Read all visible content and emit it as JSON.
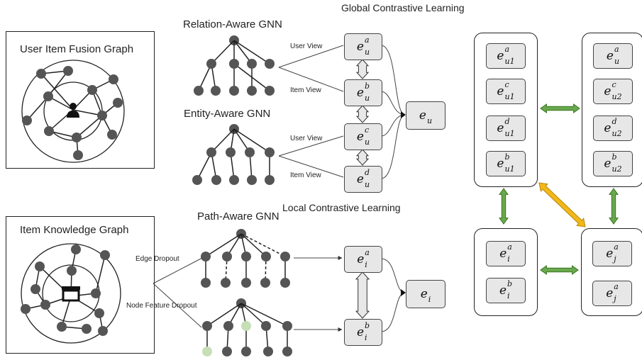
{
  "titles": {
    "user_item_fusion_graph": "User Item Fusion Graph",
    "item_knowledge_graph": "Item Knowledge Graph",
    "relation_aware_gnn": "Relation-Aware GNN",
    "entity_aware_gnn": "Entity-Aware GNN",
    "path_aware_gnn": "Path-Aware GNN",
    "global_contrastive_learning": "Global Contrastive Learning",
    "local_contrastive_learning": "Local Contrastive Learning"
  },
  "view_labels": {
    "relation_user_view": "User View",
    "relation_item_view": "Item View",
    "entity_user_view": "User View",
    "entity_item_view": "Item View"
  },
  "dropout_labels": {
    "edge_dropout": "Edge Dropout",
    "node_feature_dropout": "Node Feature Dropout"
  },
  "embeddings": {
    "e_u_a": {
      "base": "e",
      "sub": "u",
      "sup": "a"
    },
    "e_u_b": {
      "base": "e",
      "sub": "u",
      "sup": "b"
    },
    "e_u_c": {
      "base": "e",
      "sub": "u",
      "sup": "c"
    },
    "e_u_d": {
      "base": "e",
      "sub": "u",
      "sup": "d"
    },
    "e_u": {
      "base": "e",
      "sub": "u",
      "sup": ""
    },
    "e_i_a": {
      "base": "e",
      "sub": "i",
      "sup": "a"
    },
    "e_i_b": {
      "base": "e",
      "sub": "i",
      "sup": "b"
    },
    "e_i": {
      "base": "e",
      "sub": "i",
      "sup": ""
    },
    "g1_e_u1_a": {
      "base": "e",
      "sub": "u1",
      "sup": "a"
    },
    "g1_e_u1_c": {
      "base": "e",
      "sub": "u1",
      "sup": "c"
    },
    "g1_e_u1_d": {
      "base": "e",
      "sub": "u1",
      "sup": "d"
    },
    "g1_e_u1_b": {
      "base": "e",
      "sub": "u1",
      "sup": "b"
    },
    "g2_e_u_a": {
      "base": "e",
      "sub": "u",
      "sup": "a"
    },
    "g2_e_u2_c": {
      "base": "e",
      "sub": "u2",
      "sup": "c"
    },
    "g2_e_u2_d": {
      "base": "e",
      "sub": "u2",
      "sup": "d"
    },
    "g2_e_u2_b": {
      "base": "e",
      "sub": "u2",
      "sup": "b"
    },
    "g3_e_i_a": {
      "base": "e",
      "sub": "i",
      "sup": "a"
    },
    "g3_e_i_b": {
      "base": "e",
      "sub": "i",
      "sup": "b"
    },
    "g4_e_j_a_top": {
      "base": "e",
      "sub": "j",
      "sup": "a"
    },
    "g4_e_j_a_bottom": {
      "base": "e",
      "sub": "j",
      "sup": "a"
    }
  },
  "colors": {
    "node": "#555555",
    "dropped_node": "#c6dfb6",
    "green_arrow": "#6aa84f",
    "green_arrow_stroke": "#38761d",
    "orange_arrow": "#f2b818",
    "orange_arrow_stroke": "#b8860b",
    "embedding_fill": "#e7e7e7"
  }
}
